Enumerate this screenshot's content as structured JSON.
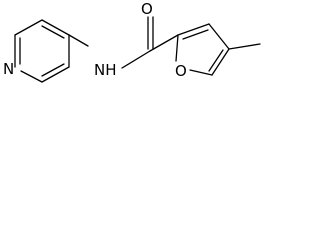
{
  "molecule": {
    "atoms": {
      "pyridine_n": "N",
      "amide_nh": "NH",
      "carbonyl_o": "O",
      "furan_o": "O"
    }
  }
}
